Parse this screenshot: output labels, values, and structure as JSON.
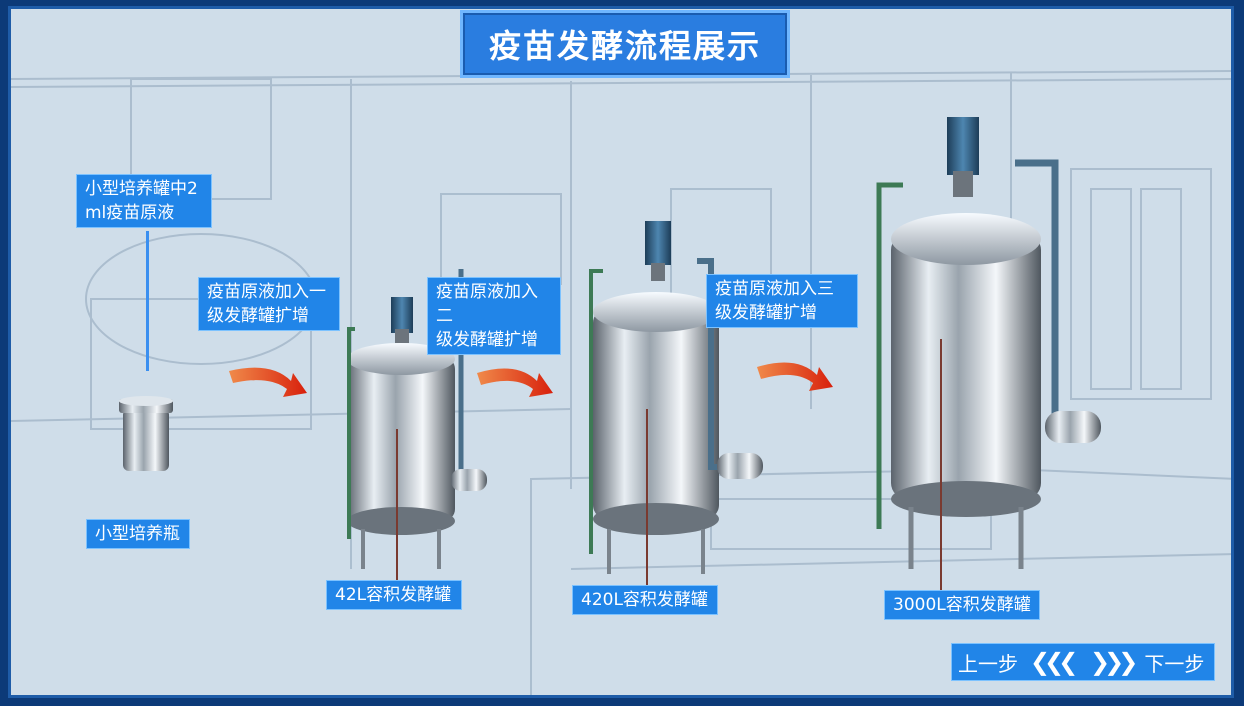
{
  "title": "疫苗发酵流程展示",
  "labels": {
    "small_tank": "小型培养罐中2\nml疫苗原液",
    "stage1": "疫苗原液加入一\n级发酵罐扩增",
    "stage2": "疫苗原液加入二\n级发酵罐扩增",
    "stage3": "疫苗原液加入三\n级发酵罐扩增",
    "bottle": "小型培养瓶",
    "tank42": "42L容积发酵罐",
    "tank420": "420L容积发酵罐",
    "tank3000": "3000L容积发酵罐"
  },
  "nav": {
    "prev_label": "上一步",
    "next_label": "下一步",
    "prev_icon": "double-chevron-left-icon",
    "next_icon": "double-chevron-right-icon"
  },
  "colors": {
    "frame_border": "#1e5ca8",
    "label_bg": "#2185e8",
    "arrow": "#e03a1a",
    "background": "#cfdde9"
  }
}
